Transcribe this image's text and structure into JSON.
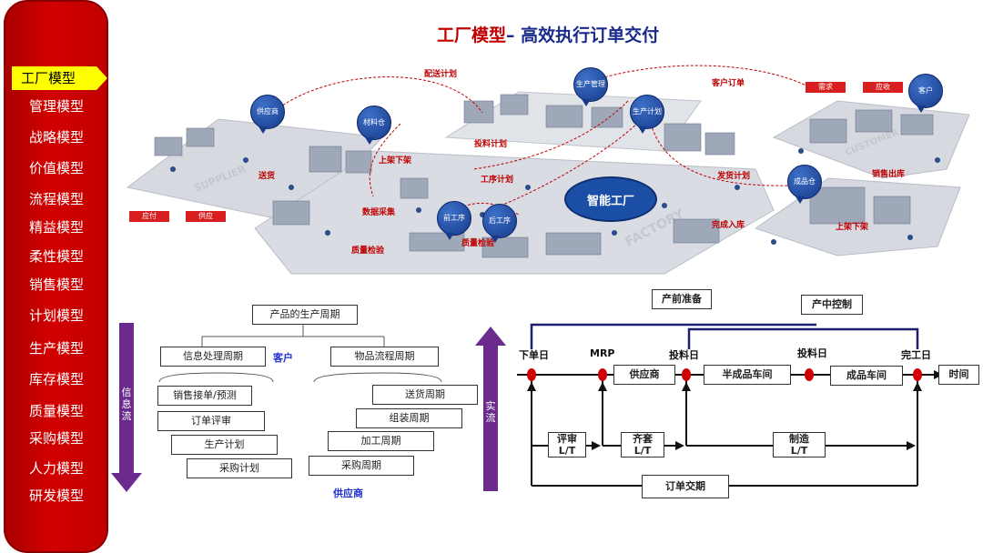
{
  "sidebar": {
    "items": [
      {
        "label": "工厂模型",
        "active": true
      },
      {
        "label": "管理模型"
      },
      {
        "label": "战略模型"
      },
      {
        "label": "价值模型"
      },
      {
        "label": "流程模型"
      },
      {
        "label": "精益模型"
      },
      {
        "label": "柔性模型"
      },
      {
        "label": "销售模型"
      },
      {
        "label": "计划模型"
      },
      {
        "label": "生产模型"
      },
      {
        "label": "库存模型"
      },
      {
        "label": "质量模型"
      },
      {
        "label": "采购模型"
      },
      {
        "label": "人力模型"
      },
      {
        "label": "研发模型"
      }
    ]
  },
  "title": {
    "main": "工厂模型",
    "sub": "– 高效执行订单交付"
  },
  "factory": {
    "core": "智能工厂",
    "bubbles": {
      "supplier": "供应商",
      "material_store": "材料仓",
      "prod_mgmt": "生产管理",
      "prod_plan": "生产计划",
      "customer": "客户",
      "front_process": "前工序",
      "back_process": "后工序",
      "finished_store": "成品仓"
    },
    "labels": {
      "delivery_plan": "配送计划",
      "customer_order": "客户订单",
      "feed_plan": "投料计划",
      "ship": "送货",
      "shelve_left": "上架下架",
      "process_plan": "工序计划",
      "data_collect": "数据采集",
      "quality_inspect1": "质量检验",
      "quality_inspect2": "质量检验",
      "ship_plan": "发货计划",
      "finish_in": "完成入库",
      "shelve_right": "上架下架",
      "sales_out": "销售出库"
    },
    "boxes": {
      "payable": "应付",
      "supply": "供应",
      "demand": "需求",
      "receivable": "应收"
    },
    "ghost_texts": {
      "supplier": "SUPPLIER",
      "factory": "FACTORY",
      "customer": "CUSTOMER"
    }
  },
  "info_flow": {
    "left_arrow_label": "信息流",
    "right_arrow_label": "实流",
    "top": "产品的生产周期",
    "info_cycle": "信息处理周期",
    "customer": "客户",
    "material_cycle": "物品流程周期",
    "left_items": [
      "销售接单/预测",
      "订单评审",
      "生产计划",
      "采购计划"
    ],
    "right_items": [
      "送货周期",
      "组装周期",
      "加工周期",
      "采购周期"
    ],
    "supplier": "供应商"
  },
  "timeline": {
    "pre_prod": "产前准备",
    "in_prod": "产中控制",
    "points": [
      "下单日",
      "MRP",
      "投料日",
      "投料日",
      "完工日"
    ],
    "boxes": [
      "供应商",
      "半成品车间",
      "成品车间",
      "时间"
    ],
    "lt_boxes": [
      "评审\nL/T",
      "齐套\nL/T",
      "制造\nL/T"
    ],
    "order_lead": "订单交期"
  }
}
